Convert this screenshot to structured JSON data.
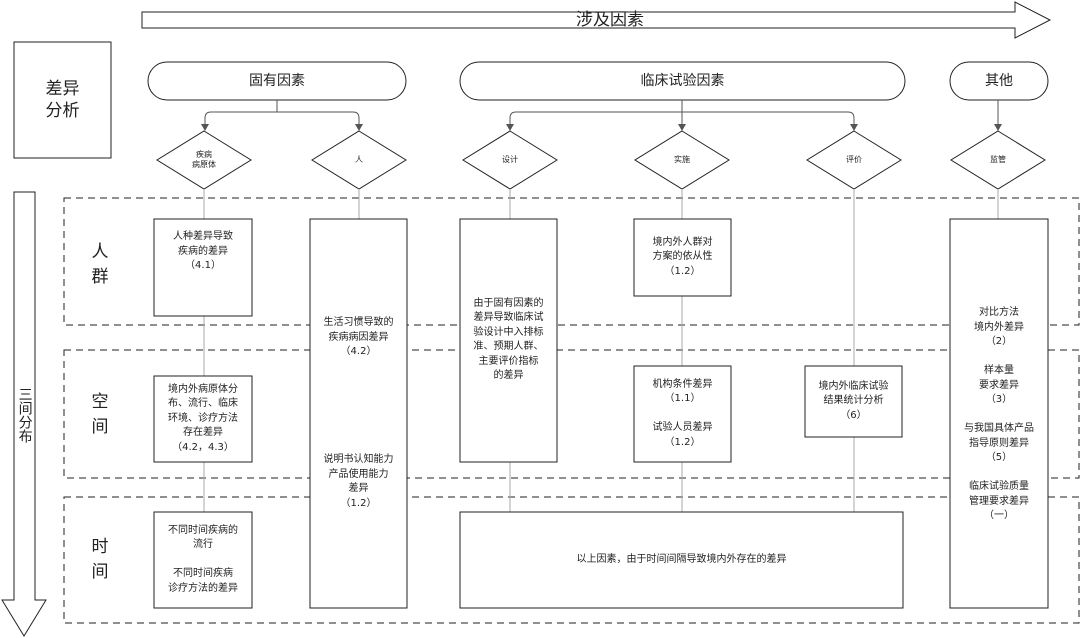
{
  "header": {
    "factors_title": "涉及因素",
    "difference_analysis": "差异\n分析",
    "distribution_title": "三间分布"
  },
  "categories": {
    "inherent": "固有因素",
    "clinical_trial": "临床试验因素",
    "other": "其他"
  },
  "factors": {
    "pathogen": "疾病\n病原体",
    "person": "人",
    "design": "设计",
    "implementation": "实施",
    "evaluation": "评价",
    "regulation": "监管"
  },
  "rows": {
    "population": "人\n群",
    "space": "空\n间",
    "time": "时\n间"
  },
  "boxes": {
    "race_difference": "人种差异导致\n疾病的差异\n（4.1）",
    "domestic_pathogen": "境内外病原体分\n布、流行、临床\n环境、诊疗方法\n存在差异\n（4.2，4.3）",
    "time_disease": "不同时间疾病的\n流行\n\n不同时间疾病\n诊疗方法的差异",
    "lifestyle": "生活习惯导致的\n疾病病因差异\n（4.2）",
    "instructions": "说明书认知能力\n产品使用能力\n差异\n（1.2）",
    "design_difference": "由于固有因素的\n差异导致临床试\n验设计中入排标\n准、预期人群、\n主要评价指标\n的差异",
    "compliance": "境内外人群对\n方案的依从性\n（1.2）",
    "institution": "机构条件差异\n（1.1）\n\n试验人员差异\n（1.2）",
    "statistics": "境内外临床试验\n结果统计分析\n（6）",
    "time_interval": "以上因素，由于时间间隔导致境内外存在的差异",
    "regulation_detail": "对比方法\n境内外差异\n（2）\n\n样本量\n要求差异\n（3）\n\n与我国具体产品\n指导原则差异\n（5）\n\n临床试验质量\n管理要求差异\n（一）"
  }
}
